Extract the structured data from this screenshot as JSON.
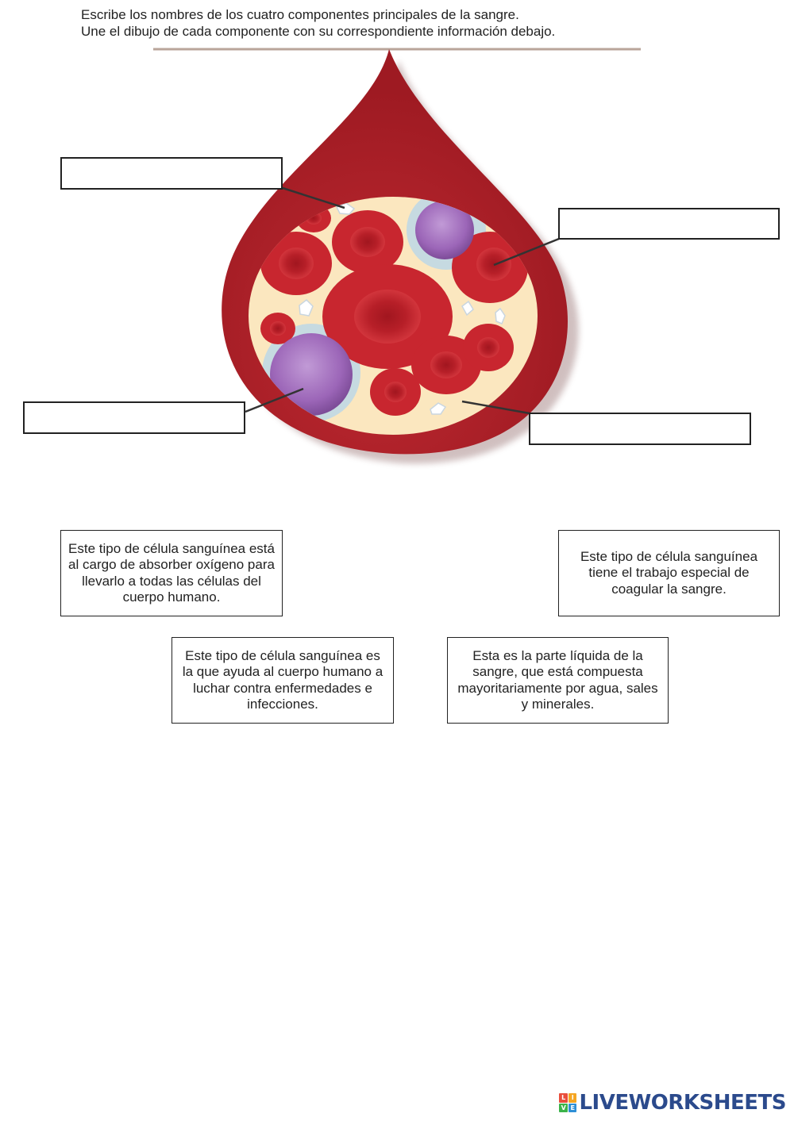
{
  "instructions": {
    "line1": "Escribe los nombres de los cuatro componentes principales de la sangre.",
    "line2": "Une el dibujo de cada componente con su correspondiente información debajo."
  },
  "answer_boxes": {
    "platelets": {
      "value": ""
    },
    "red_cells": {
      "value": ""
    },
    "white_cells": {
      "value": ""
    },
    "plasma": {
      "value": ""
    }
  },
  "info_cards": {
    "red_cell": "Este tipo de célula sanguínea está al cargo de absorber oxígeno para llevarlo a todas las células del cuerpo humano.",
    "platelet": "Este tipo de célula sanguínea tiene el trabajo especial de coagular la sangre.",
    "white_cell": "Este tipo de célula sanguínea es la que ayuda al cuerpo humano a luchar contra enfermedades e infecciones.",
    "plasma": "Esta es la parte líquida de la sangre, que está compuesta mayoritariamente por agua, sales y minerales."
  },
  "brand": {
    "name": "LIVEWORKSHEETS",
    "logo_letters": [
      "L",
      "I",
      "V",
      "E"
    ]
  },
  "colors": {
    "drop_red": "#b3232b",
    "plasma_cream": "#fbe7bf",
    "red_cell": "#c8262f",
    "red_cell_center": "#9e1820",
    "white_cell": "#a271be",
    "white_cell_halo": "#bcd7e6",
    "brand_blue": "#2b4a8c"
  }
}
